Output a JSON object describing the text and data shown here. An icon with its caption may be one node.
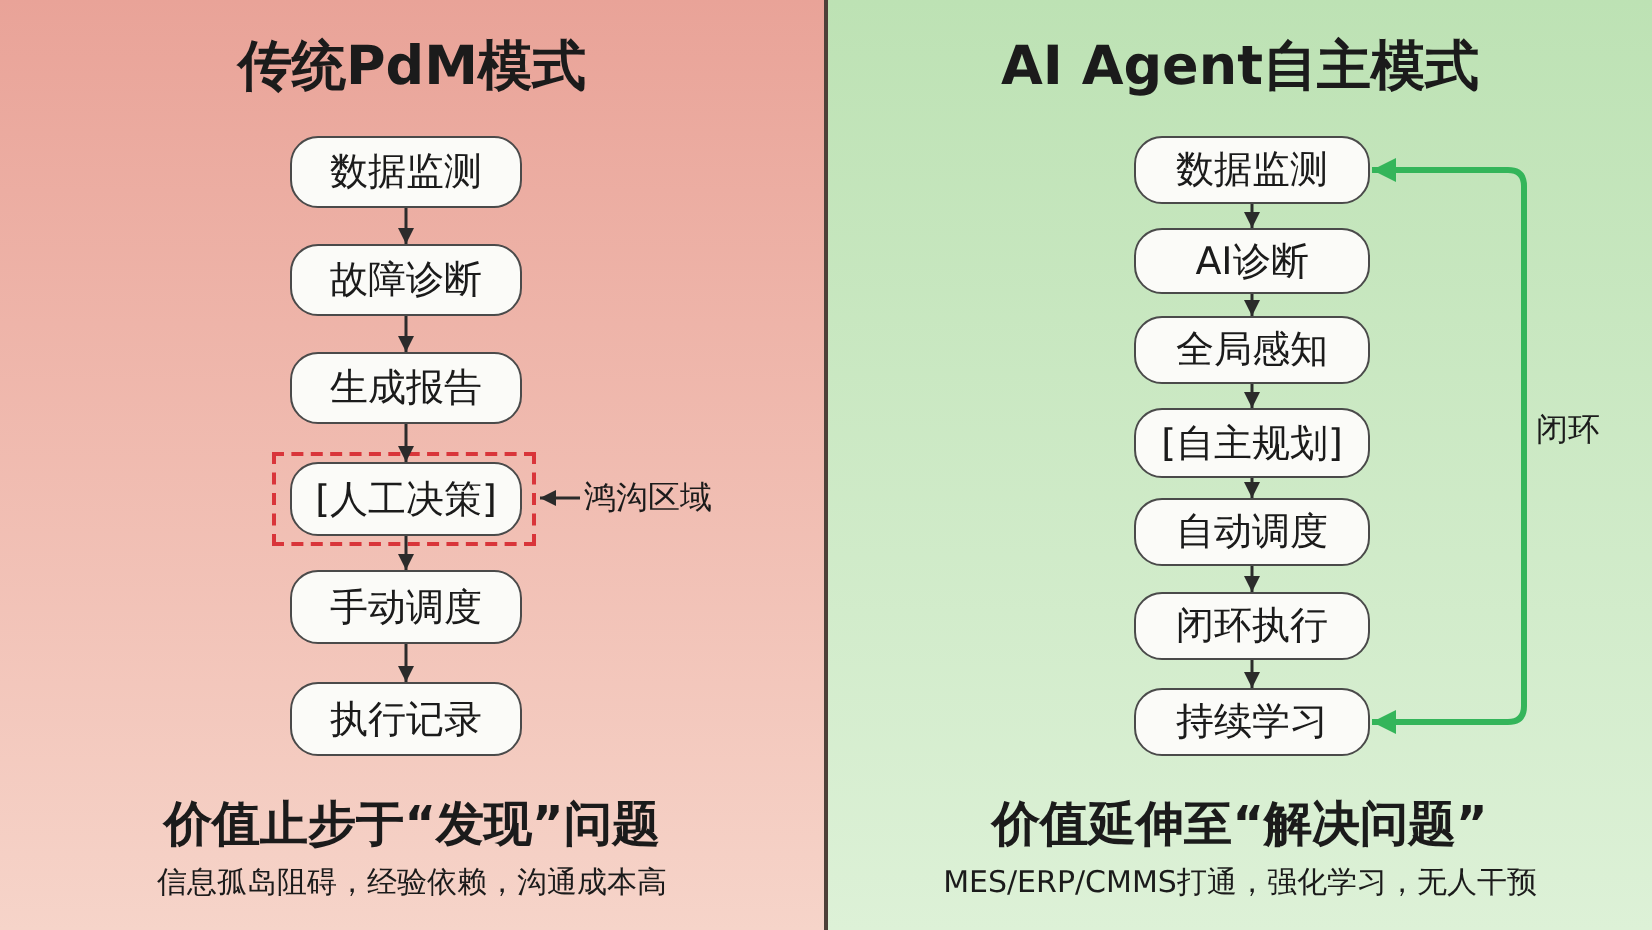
{
  "diagram": {
    "nodes": [
      {
        "text": [
          "传统PdM模式",
          "价值止步于“发现”问题",
          "信息孤岛阻碍，经验依赖，沟通成本高"
        ]
      },
      {
        "text": [
          "数据监测"
        ],
        "in": 0
      },
      {
        "text": [
          "故障诊断"
        ],
        "in": 0
      },
      {
        "text": [
          "生成报告"
        ],
        "in": 0
      },
      {
        "text": [],
        "shape": "box",
        "in": 0
      },
      {
        "text": [
          "[人工决策]"
        ],
        "in": 4
      },
      {
        "text": [
          "鸿沟区域"
        ],
        "in": 0
      },
      {
        "text": [
          "手动调度"
        ],
        "in": 0
      },
      {
        "text": [
          "执行记录"
        ],
        "in": 0
      },
      {
        "text": [
          "AI Agent自主模式",
          "价值延伸至“解决问题”",
          "MES/ERP/CMMS打通，强化学习，无人干预"
        ]
      },
      {
        "text": [
          "数据监测"
        ],
        "in": 9
      },
      {
        "text": [
          "AI诊断"
        ],
        "in": 9
      },
      {
        "text": [
          "全局感知"
        ],
        "in": 9
      },
      {
        "text": [
          "[自主规划]"
        ],
        "in": 9
      },
      {
        "text": [
          "自动调度"
        ],
        "in": 9
      },
      {
        "text": [
          "闭环执行"
        ],
        "in": 9
      },
      {
        "text": [
          "持续学习"
        ],
        "in": 9
      }
    ],
    "edges": [
      {
        "from": 1,
        "to": 2,
        "arrow": "to"
      },
      {
        "from": 2,
        "to": 3,
        "arrow": "to"
      },
      {
        "from": 3,
        "to": 5,
        "arrow": "to"
      },
      {
        "from": 5,
        "to": 7,
        "arrow": "to"
      },
      {
        "from": 7,
        "to": 8,
        "arrow": "to"
      },
      {
        "from": 6,
        "to": 4,
        "arrow": "to"
      },
      {
        "from": 10,
        "to": 11,
        "arrow": "to"
      },
      {
        "from": 11,
        "to": 12,
        "arrow": "to"
      },
      {
        "from": 12,
        "to": 13,
        "arrow": "to"
      },
      {
        "from": 13,
        "to": 14,
        "arrow": "to"
      },
      {
        "from": 14,
        "to": 15,
        "arrow": "to"
      },
      {
        "from": 15,
        "to": 16,
        "arrow": "to"
      },
      {
        "from": 16,
        "to": 10,
        "arrow": "both",
        "label": "闭环",
        "style": "thick",
        "color": "#34b55a"
      }
    ]
  }
}
